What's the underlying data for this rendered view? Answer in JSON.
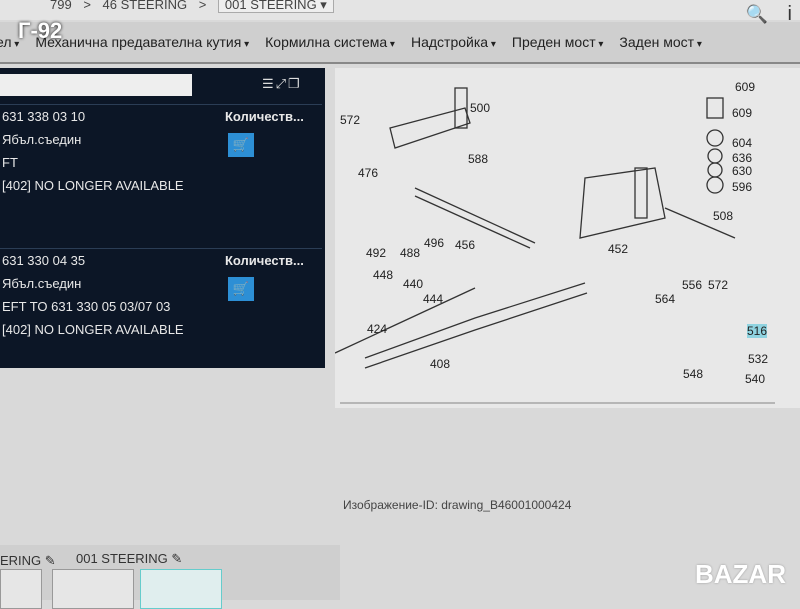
{
  "watermark": "Г-92",
  "breadcrumb": {
    "items": [
      "799",
      ">",
      "46 STEERING",
      ">"
    ],
    "selected": "001 STEERING ▾"
  },
  "nav": {
    "items": [
      "ел",
      "Механична предавателна кутия",
      "Кормилна система",
      "Надстройка",
      "Преден мост",
      "Заден мост"
    ]
  },
  "toolbar": {
    "zoom_icon": "🔍",
    "info_icon": "i",
    "list_icons": "☰⤢❐"
  },
  "parts": [
    {
      "number": "631 338 03 10",
      "name": "Ябъл.съедин",
      "note": "FT",
      "status": "[402] NO LONGER AVAILABLE",
      "qty_label": "Количеств...",
      "cart": "🛒"
    },
    {
      "number": "631 330 04 35",
      "name": "Ябъл.съедин",
      "note": "EFT TO 631 330 05 03/07 03",
      "status": "[402] NO LONGER AVAILABLE",
      "qty_label": "Количеств...",
      "cart": "🛒"
    }
  ],
  "diagram": {
    "labels": [
      "572",
      "500",
      "588",
      "476",
      "492",
      "488",
      "496",
      "456",
      "448",
      "440",
      "444",
      "424",
      "408",
      "452",
      "508",
      "609",
      "609",
      "604",
      "636",
      "630",
      "596",
      "556",
      "572",
      "564",
      "516",
      "532",
      "548",
      "540"
    ]
  },
  "caption": "Изображение-ID: drawing_B46001000424",
  "bottom": {
    "tabs": [
      "ERING ✎",
      "001 STEERING ✎"
    ]
  },
  "bazar_logo": "BAZAR"
}
